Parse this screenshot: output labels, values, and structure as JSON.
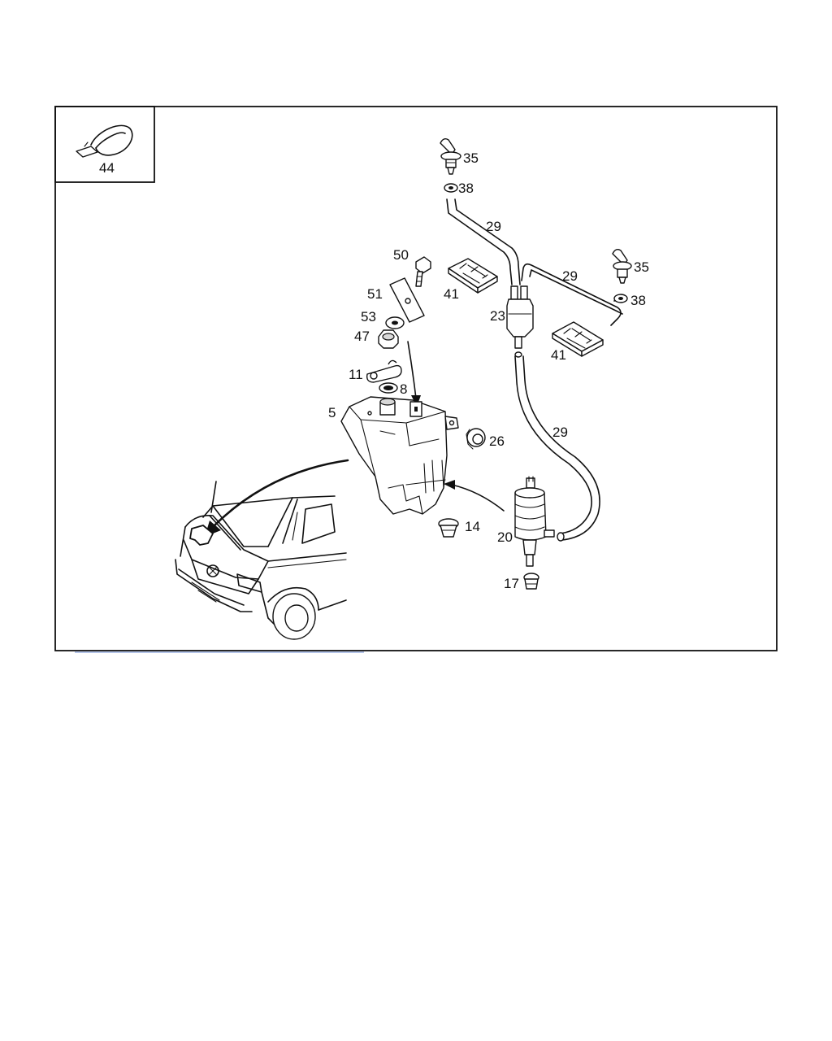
{
  "diagram": {
    "inset_label": "44",
    "labels": {
      "p35a": "35",
      "p38a": "38",
      "p29a": "29",
      "p29b": "29",
      "p35b": "35",
      "p38b": "38",
      "p50": "50",
      "p41a": "41",
      "p51": "51",
      "p53": "53",
      "p47": "47",
      "p23": "23",
      "p41b": "41",
      "p11": "11",
      "p8": "8",
      "p5": "5",
      "p26": "26",
      "p29c": "29",
      "p14": "14",
      "p20": "20",
      "p17": "17"
    }
  }
}
